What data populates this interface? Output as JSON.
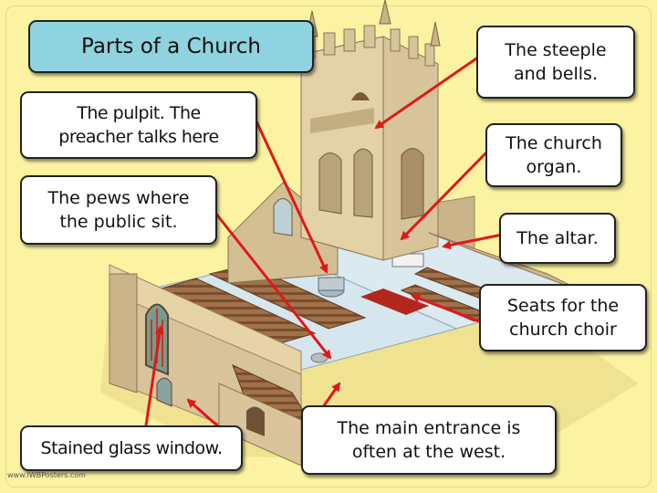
{
  "title": "Parts of a Church",
  "labels": {
    "pulpit": "The pulpit. The\npreacher talks here",
    "pews": "The pews where\nthe  public sit.",
    "steeple": "The steeple\nand bells.",
    "organ": "The church\norgan.",
    "altar": "The altar.",
    "choir": "Seats for the\nchurch choir",
    "window": "Stained glass window.",
    "entrance": "The main entrance is\noften at the west."
  },
  "credit": "www.IWBPosters.com",
  "colors": {
    "background": "#fbf3a2",
    "title_fill": "#8fd2e0",
    "arrow": "#e01818"
  }
}
